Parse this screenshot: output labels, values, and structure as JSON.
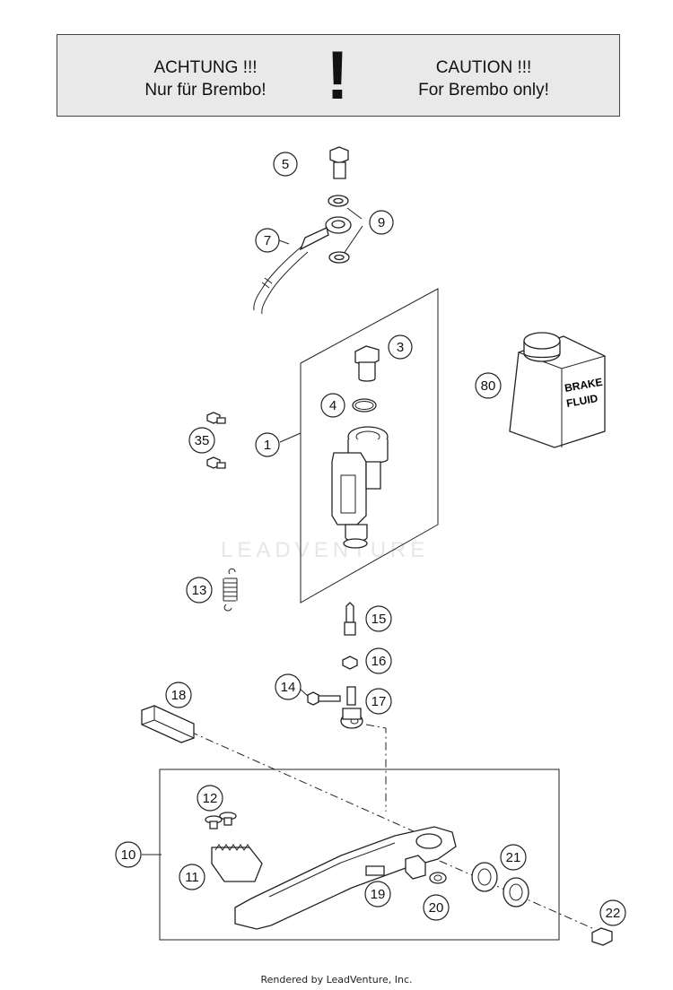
{
  "caution_banner": {
    "left_line1": "ACHTUNG !!!",
    "left_line2": "Nur für Brembo!",
    "symbol": "!",
    "right_line1": "CAUTION !!!",
    "right_line2": "For Brembo only!"
  },
  "callouts": [
    "1",
    "3",
    "4",
    "5",
    "7",
    "9",
    "10",
    "11",
    "12",
    "13",
    "14",
    "15",
    "16",
    "17",
    "18",
    "19",
    "20",
    "21",
    "22",
    "35",
    "80"
  ],
  "can_label": {
    "line1": "BRAKE",
    "line2": "FLUID"
  },
  "watermark": "LEADVENTURE",
  "footer": "Rendered by LeadVenture, Inc."
}
